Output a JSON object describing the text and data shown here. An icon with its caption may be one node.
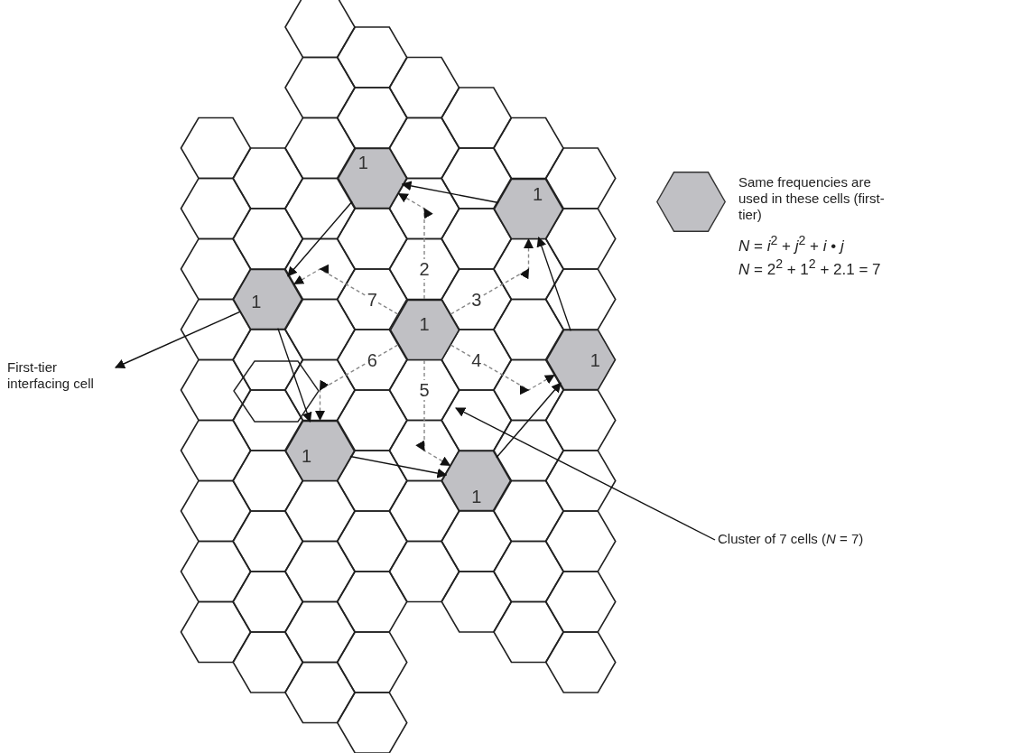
{
  "diagram": {
    "nodes": [
      {
        "text": [
          "1"
        ]
      },
      {
        "text": [
          "1"
        ]
      },
      {
        "text": [
          "1"
        ]
      },
      {
        "text": [
          "1"
        ]
      },
      {
        "text": [
          "1"
        ]
      },
      {
        "text": [
          "1"
        ]
      },
      {
        "text": [
          "1"
        ]
      },
      {
        "text": [
          "First-tier interfacing cell"
        ]
      },
      {
        "text": [
          "Cluster of 7 cells (*N* = 7)"
        ]
      }
    ],
    "edges": [
      {
        "from": 1,
        "to": 6,
        "arrow": "to"
      },
      {
        "from": 6,
        "to": 5,
        "arrow": "to"
      },
      {
        "from": 5,
        "to": 4,
        "arrow": "to"
      },
      {
        "from": 4,
        "to": 3,
        "arrow": "to"
      },
      {
        "from": 3,
        "to": 2,
        "arrow": "to"
      },
      {
        "from": 2,
        "to": 1,
        "arrow": "to"
      },
      {
        "from": 0,
        "to": 1,
        "arrow": "to",
        "label": "2",
        "style": "dashed",
        "color": "#888888"
      },
      {
        "from": 0,
        "to": 2,
        "arrow": "to",
        "label": "3",
        "style": "dashed",
        "color": "#888888"
      },
      {
        "from": 0,
        "to": 3,
        "arrow": "to",
        "label": "4",
        "style": "dashed",
        "color": "#888888"
      },
      {
        "from": 0,
        "to": 4,
        "arrow": "to",
        "label": "5",
        "style": "dashed",
        "color": "#888888"
      },
      {
        "from": 0,
        "to": 5,
        "arrow": "to",
        "label": "6",
        "style": "dashed",
        "color": "#888888"
      },
      {
        "from": 0,
        "to": 6,
        "arrow": "to",
        "label": "7",
        "style": "dashed",
        "color": "#888888"
      },
      {
        "from": 6,
        "to": 7,
        "arrow": "to"
      },
      {
        "from": 8,
        "to": null,
        "arrow": "to"
      }
    ],
    "labels": [
      "*N* = *i*$^{2}$ + *j*$^{2}$ + *i* • *j*",
      "*N* = 2$^{2}$ + 1$^{2}$ + 2.1 = 7"
    ],
    "legend": [
      {
        "text": "Same frequencies are used in these cells (first-tier)",
        "color": "#c0c0c4"
      }
    ]
  }
}
